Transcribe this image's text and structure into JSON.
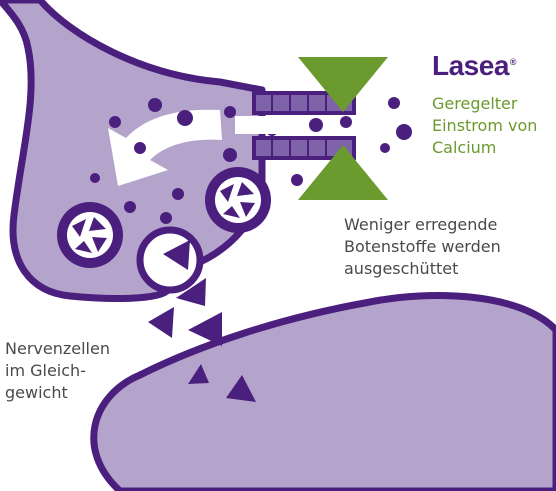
{
  "colors": {
    "purple_dark": "#4b1f7e",
    "purple_light": "#b4a4cc",
    "purple_mid": "#7f63a8",
    "green": "#6b9a2e",
    "text_gray": "#4a4a4a",
    "white": "#ffffff"
  },
  "brand": {
    "name": "Lasea",
    "registered": "®"
  },
  "labels": {
    "calcium": "Geregelter\nEinstrom von\nCalcium",
    "transmitters": "Weniger erregende\nBotenstoffe werden\nausgeschüttet",
    "nerve_cells": "Nervenzellen\nim Gleich-\ngewicht"
  },
  "icons": {
    "arrow": "curved-arrow-icon",
    "channel": "calcium-channel-icon",
    "gate": "green-gate-triangle-icon",
    "vesicle": "vesicle-icon",
    "ion": "calcium-ion-dot",
    "transmitter": "neurotransmitter-triangle"
  }
}
